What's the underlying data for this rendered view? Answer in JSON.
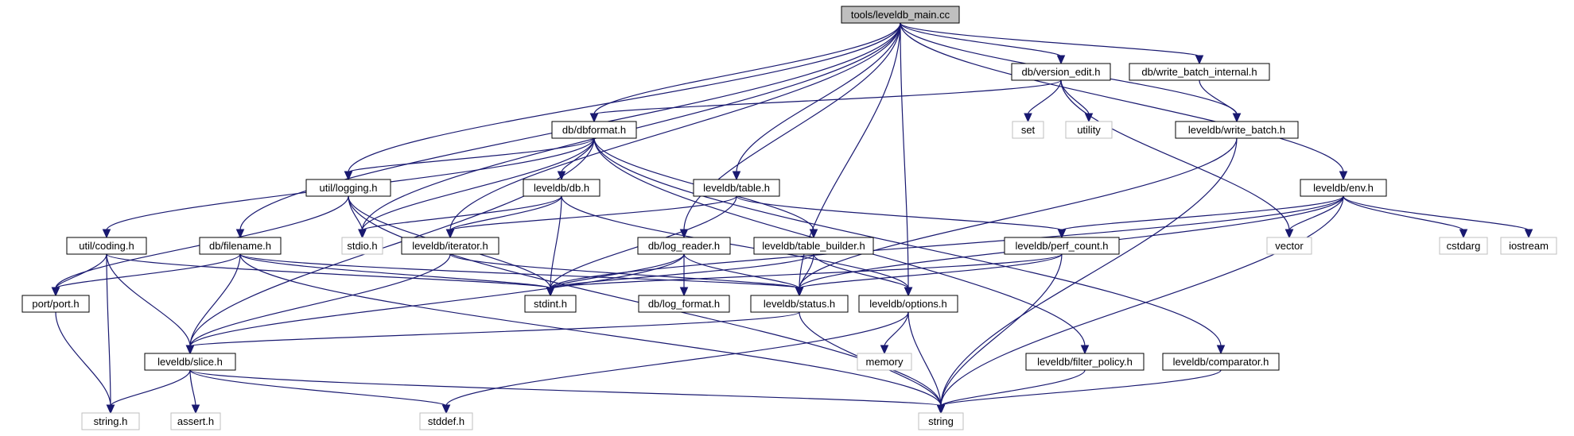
{
  "graph": {
    "nodes": [
      {
        "id": "main",
        "label": "tools/leveldb_main.cc",
        "kind": "root"
      },
      {
        "id": "version_edit",
        "label": "db/version_edit.h",
        "kind": "header"
      },
      {
        "id": "write_batch_internal",
        "label": "db/write_batch_internal.h",
        "kind": "header"
      },
      {
        "id": "dbformat",
        "label": "db/dbformat.h",
        "kind": "header"
      },
      {
        "id": "set",
        "label": "set",
        "kind": "system"
      },
      {
        "id": "utility",
        "label": "utility",
        "kind": "system"
      },
      {
        "id": "write_batch",
        "label": "leveldb/write_batch.h",
        "kind": "header"
      },
      {
        "id": "logging",
        "label": "util/logging.h",
        "kind": "header"
      },
      {
        "id": "db",
        "label": "leveldb/db.h",
        "kind": "header"
      },
      {
        "id": "table",
        "label": "leveldb/table.h",
        "kind": "header"
      },
      {
        "id": "env",
        "label": "leveldb/env.h",
        "kind": "header"
      },
      {
        "id": "coding",
        "label": "util/coding.h",
        "kind": "header"
      },
      {
        "id": "filename",
        "label": "db/filename.h",
        "kind": "header"
      },
      {
        "id": "stdio",
        "label": "stdio.h",
        "kind": "system"
      },
      {
        "id": "iterator",
        "label": "leveldb/iterator.h",
        "kind": "header"
      },
      {
        "id": "log_reader",
        "label": "db/log_reader.h",
        "kind": "header"
      },
      {
        "id": "table_builder",
        "label": "leveldb/table_builder.h",
        "kind": "header"
      },
      {
        "id": "perf_count",
        "label": "leveldb/perf_count.h",
        "kind": "header"
      },
      {
        "id": "vector",
        "label": "vector",
        "kind": "system"
      },
      {
        "id": "cstdarg",
        "label": "cstdarg",
        "kind": "system"
      },
      {
        "id": "iostream",
        "label": "iostream",
        "kind": "system"
      },
      {
        "id": "port",
        "label": "port/port.h",
        "kind": "header"
      },
      {
        "id": "stdint",
        "label": "stdint.h",
        "kind": "header"
      },
      {
        "id": "log_format",
        "label": "db/log_format.h",
        "kind": "header"
      },
      {
        "id": "status",
        "label": "leveldb/status.h",
        "kind": "header"
      },
      {
        "id": "options",
        "label": "leveldb/options.h",
        "kind": "header"
      },
      {
        "id": "memory",
        "label": "memory",
        "kind": "system"
      },
      {
        "id": "slice",
        "label": "leveldb/slice.h",
        "kind": "header"
      },
      {
        "id": "filter_policy",
        "label": "leveldb/filter_policy.h",
        "kind": "header"
      },
      {
        "id": "comparator",
        "label": "leveldb/comparator.h",
        "kind": "header"
      },
      {
        "id": "string_h",
        "label": "string.h",
        "kind": "system"
      },
      {
        "id": "assert",
        "label": "assert.h",
        "kind": "system"
      },
      {
        "id": "stddef",
        "label": "stddef.h",
        "kind": "system"
      },
      {
        "id": "string",
        "label": "string",
        "kind": "system"
      }
    ],
    "edges": [
      [
        "main",
        "version_edit"
      ],
      [
        "main",
        "write_batch_internal"
      ],
      [
        "main",
        "dbformat"
      ],
      [
        "main",
        "write_batch"
      ],
      [
        "main",
        "logging"
      ],
      [
        "main",
        "table"
      ],
      [
        "main",
        "env"
      ],
      [
        "main",
        "filename"
      ],
      [
        "main",
        "stdio"
      ],
      [
        "main",
        "iterator"
      ],
      [
        "main",
        "log_reader"
      ],
      [
        "main",
        "status"
      ],
      [
        "main",
        "options"
      ],
      [
        "version_edit",
        "dbformat"
      ],
      [
        "version_edit",
        "set"
      ],
      [
        "version_edit",
        "utility"
      ],
      [
        "version_edit",
        "vector"
      ],
      [
        "write_batch_internal",
        "write_batch"
      ],
      [
        "write_batch",
        "status"
      ],
      [
        "write_batch",
        "string"
      ],
      [
        "dbformat",
        "logging"
      ],
      [
        "dbformat",
        "db"
      ],
      [
        "dbformat",
        "coding"
      ],
      [
        "dbformat",
        "stdio"
      ],
      [
        "dbformat",
        "table_builder"
      ],
      [
        "dbformat",
        "slice"
      ],
      [
        "dbformat",
        "filter_policy"
      ],
      [
        "dbformat",
        "comparator"
      ],
      [
        "logging",
        "stdio"
      ],
      [
        "logging",
        "stdint"
      ],
      [
        "logging",
        "port"
      ],
      [
        "logging",
        "string"
      ],
      [
        "db",
        "stdio"
      ],
      [
        "db",
        "iterator"
      ],
      [
        "db",
        "stdint"
      ],
      [
        "db",
        "options"
      ],
      [
        "table",
        "iterator"
      ],
      [
        "table",
        "stdint"
      ],
      [
        "table",
        "perf_count"
      ],
      [
        "env",
        "stdint"
      ],
      [
        "env",
        "perf_count"
      ],
      [
        "env",
        "vector"
      ],
      [
        "env",
        "cstdarg"
      ],
      [
        "env",
        "iostream"
      ],
      [
        "env",
        "status"
      ],
      [
        "env",
        "string"
      ],
      [
        "coding",
        "stdint"
      ],
      [
        "coding",
        "port"
      ],
      [
        "coding",
        "slice"
      ],
      [
        "coding",
        "string_h"
      ],
      [
        "filename",
        "stdint"
      ],
      [
        "filename",
        "port"
      ],
      [
        "filename",
        "slice"
      ],
      [
        "filename",
        "status"
      ],
      [
        "filename",
        "string"
      ],
      [
        "iterator",
        "slice"
      ],
      [
        "iterator",
        "status"
      ],
      [
        "log_reader",
        "stdint"
      ],
      [
        "log_reader",
        "log_format"
      ],
      [
        "log_reader",
        "status"
      ],
      [
        "log_reader",
        "slice"
      ],
      [
        "table_builder",
        "stdint"
      ],
      [
        "table_builder",
        "status"
      ],
      [
        "table_builder",
        "options"
      ],
      [
        "perf_count",
        "stdint"
      ],
      [
        "perf_count",
        "status"
      ],
      [
        "perf_count",
        "string"
      ],
      [
        "status",
        "slice"
      ],
      [
        "status",
        "string"
      ],
      [
        "options",
        "memory"
      ],
      [
        "options",
        "string"
      ],
      [
        "options",
        "stddef"
      ],
      [
        "slice",
        "string_h"
      ],
      [
        "slice",
        "assert"
      ],
      [
        "slice",
        "stddef"
      ],
      [
        "slice",
        "string"
      ],
      [
        "port",
        "string_h"
      ],
      [
        "filter_policy",
        "string"
      ],
      [
        "comparator",
        "string"
      ]
    ]
  },
  "colors": {
    "edge": "#191970",
    "root_fill": "#bfbfbf",
    "header_border": "#000000",
    "system_border": "#bfbfbf",
    "system_text": "#000000"
  }
}
